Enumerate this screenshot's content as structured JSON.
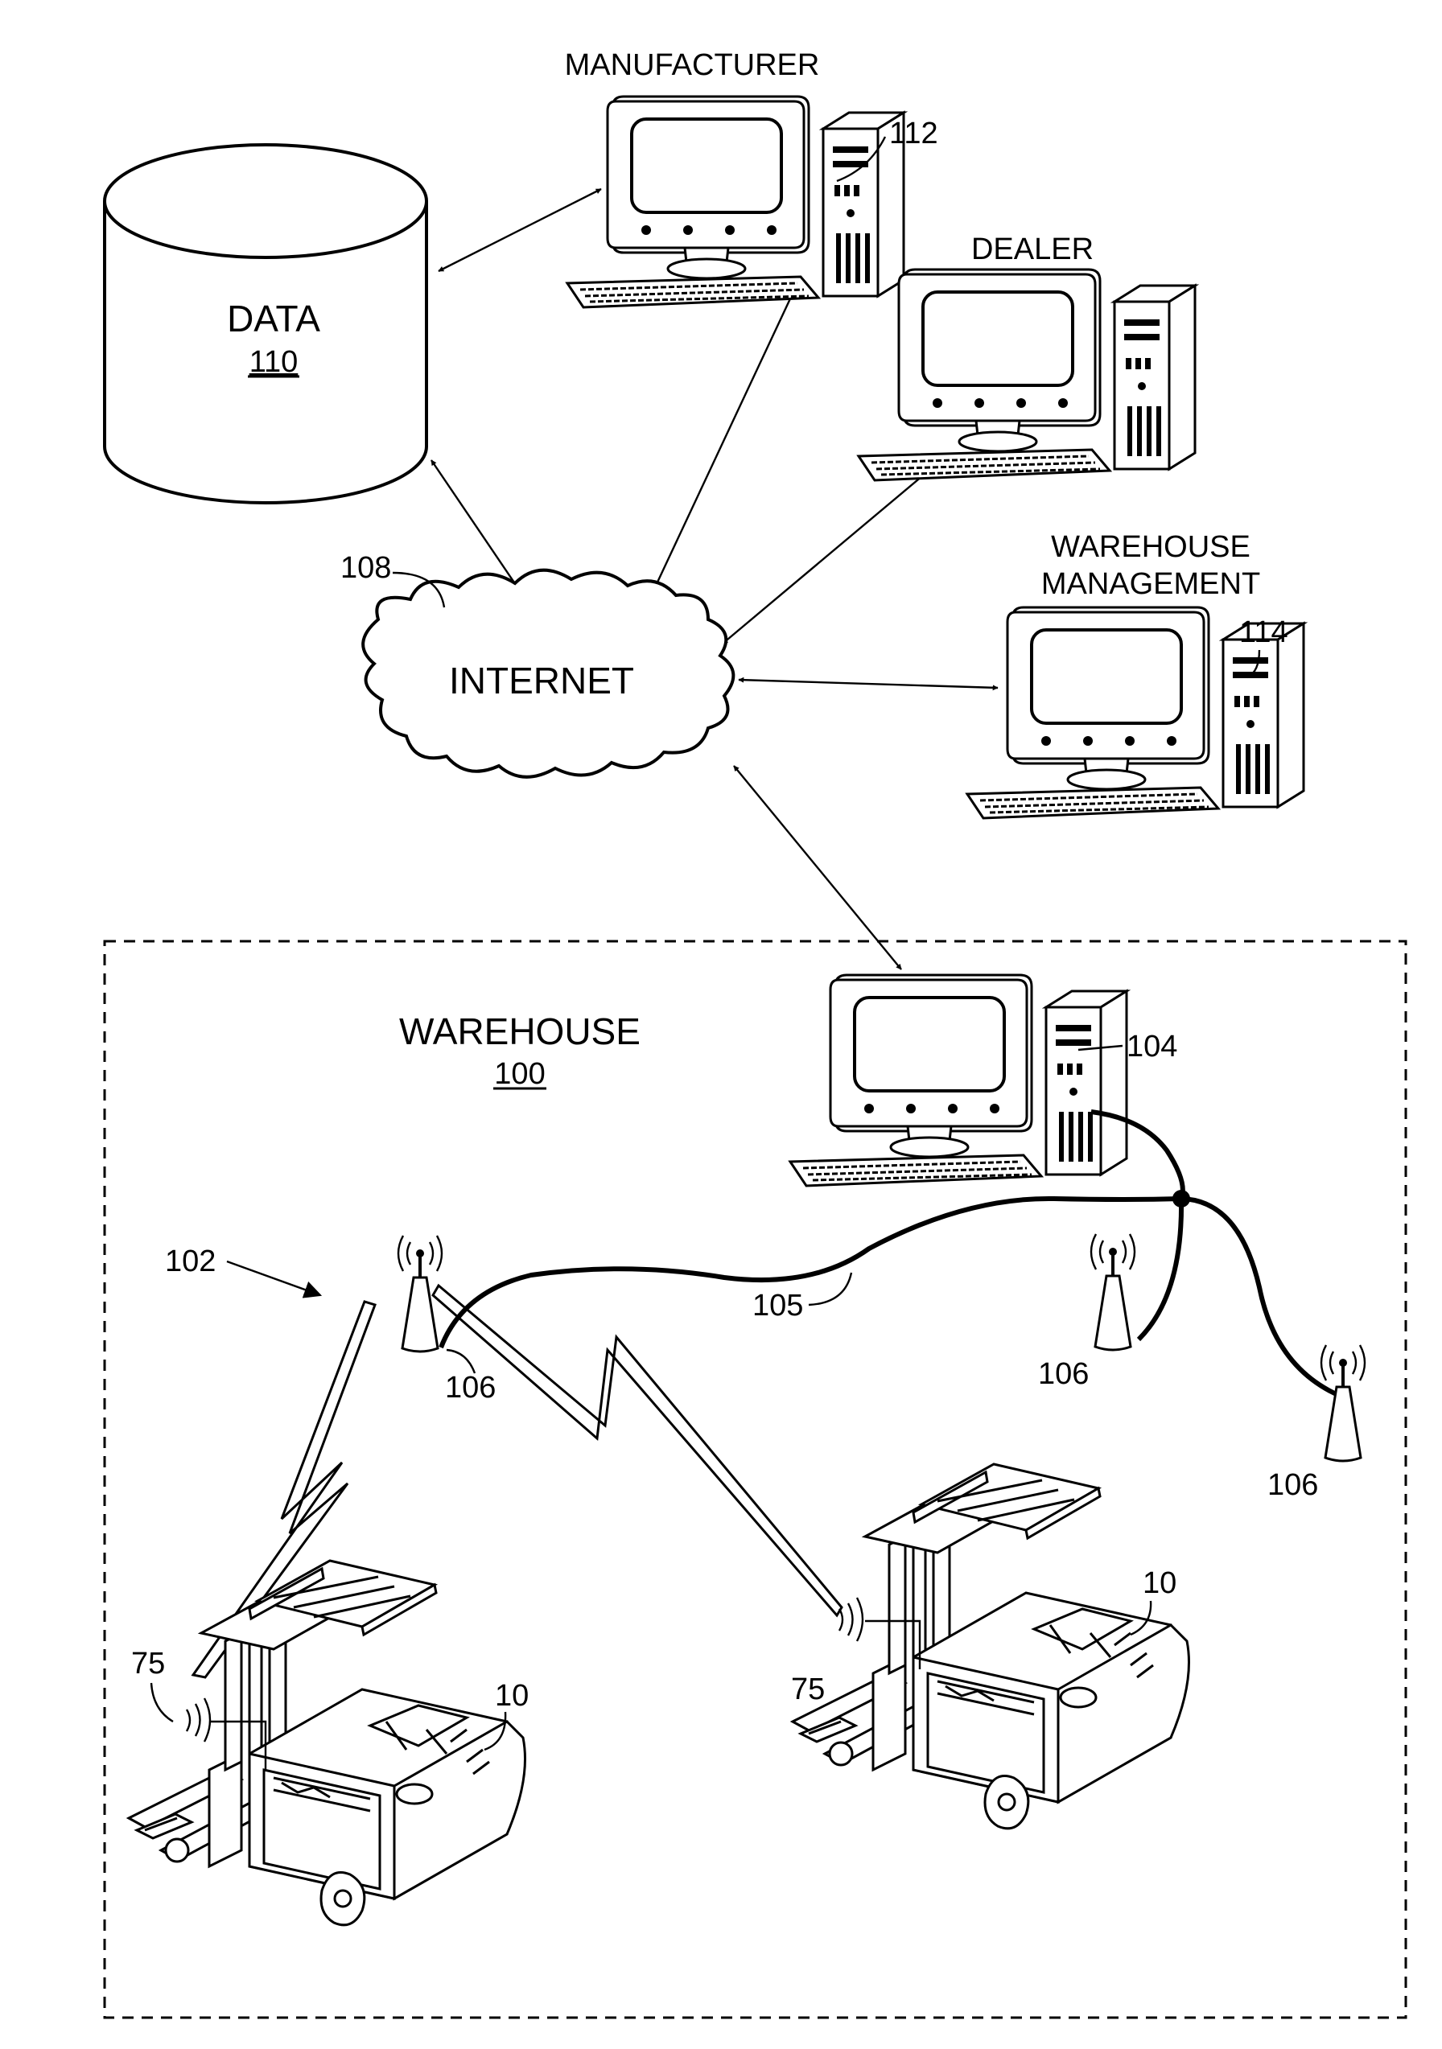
{
  "nodes": {
    "data": {
      "label": "DATA",
      "ref": "110"
    },
    "manufacturer": {
      "label": "MANUFACTURER",
      "ref": "112"
    },
    "dealer": {
      "label": "DEALER"
    },
    "warehouse_management": {
      "label_line1": "WAREHOUSE",
      "label_line2": "MANAGEMENT",
      "ref": "114"
    },
    "internet": {
      "label": "INTERNET",
      "ref": "108"
    },
    "warehouse": {
      "label": "WAREHOUSE",
      "ref": "100"
    },
    "local_computer": {
      "ref": "104"
    },
    "wireless_network": {
      "ref": "102"
    },
    "cable": {
      "ref": "105"
    },
    "access_points": [
      {
        "ref": "106"
      },
      {
        "ref": "106"
      },
      {
        "ref": "106"
      }
    ],
    "trucks": [
      {
        "ref": "10",
        "comm_ref": "75"
      },
      {
        "ref": "10",
        "comm_ref": "75"
      }
    ]
  },
  "icons": [
    "database-cylinder-icon",
    "desktop-computer-icon",
    "cloud-icon",
    "antenna-icon",
    "forklift-truck-icon",
    "lightning-link-icon"
  ]
}
